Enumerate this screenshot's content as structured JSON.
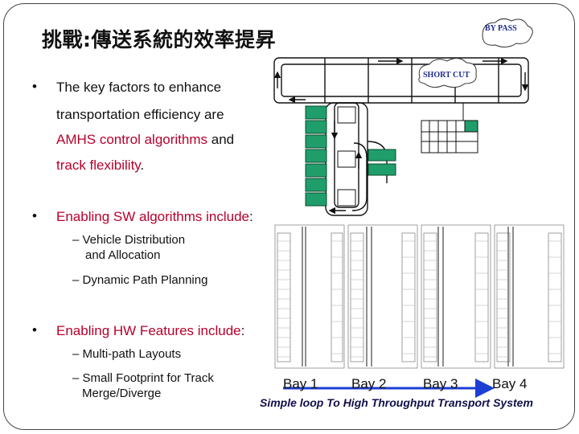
{
  "slide": {
    "title": "挑戰:傳送系統的效率提昇",
    "bullets": [
      {
        "lines": [
          {
            "parts": [
              "The key factors to enhance"
            ]
          },
          {
            "parts": [
              "transportation efficiency are"
            ]
          },
          {
            "parts": [
              "AMHS control algorithms",
              " and"
            ]
          },
          {
            "parts": [
              "track flexibility",
              "."
            ]
          }
        ]
      },
      {
        "lines": [
          {
            "parts": [
              "Enabling SW algorithms include",
              ":"
            ]
          }
        ]
      },
      {
        "lines": [
          {
            "parts": [
              "Enabling HW Features include",
              ":"
            ]
          }
        ]
      }
    ],
    "sub_items": [
      "– Vehicle Distribution",
      "and Allocation",
      "– Dynamic Path Planning",
      "– Multi-path Layouts",
      "– Small Footprint for Track",
      "Merge/Diverge"
    ],
    "diagram_labels": {
      "bypass": "BY PASS",
      "shortcut": "SHORT CUT"
    },
    "bays": [
      "Bay 1",
      "Bay 2",
      "Bay 3",
      "Bay 4"
    ],
    "caption": "Simple loop To High Throughput Transport System",
    "colors": {
      "highlight_red": "#b8002b",
      "bay_green": "#1f9e6b",
      "arrow_blue": "#1c3fd4"
    },
    "bullet_icon": "bullet-dot"
  }
}
